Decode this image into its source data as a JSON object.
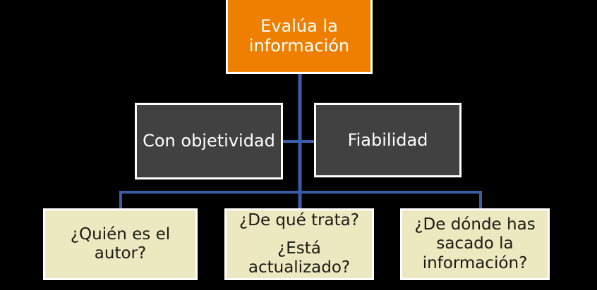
{
  "diagram": {
    "title": "Evalúa la información",
    "colors": {
      "background": "#000000",
      "root_fill": "#ef7f00",
      "branch_fill": "#414141",
      "leaf_fill": "#ece8c0",
      "border": "#ffffff",
      "connector": "#3b5ca8",
      "root_text": "#ffffff",
      "branch_text": "#ffffff",
      "leaf_text": "#1a1a13"
    },
    "root": {
      "id": "evalua-la-informacion",
      "lines": [
        "Evalúa la",
        "información"
      ]
    },
    "branches": [
      {
        "id": "con-objetividad",
        "lines": [
          "Con objetividad"
        ]
      },
      {
        "id": "fiabilidad",
        "lines": [
          "Fiabilidad"
        ]
      }
    ],
    "leaves": [
      {
        "id": "quien-es-el-autor",
        "groups": [
          {
            "lines": [
              "¿Quién es el",
              "autor?"
            ]
          }
        ]
      },
      {
        "id": "de-que-trata-esta-actualizado",
        "groups": [
          {
            "lines": [
              "¿De qué trata?"
            ]
          },
          {
            "lines": [
              "¿Está",
              "actualizado?"
            ]
          }
        ]
      },
      {
        "id": "de-donde-has-sacado-la-informacion",
        "groups": [
          {
            "lines": [
              "¿De dónde has",
              "sacado la",
              "información?"
            ]
          }
        ]
      }
    ]
  }
}
